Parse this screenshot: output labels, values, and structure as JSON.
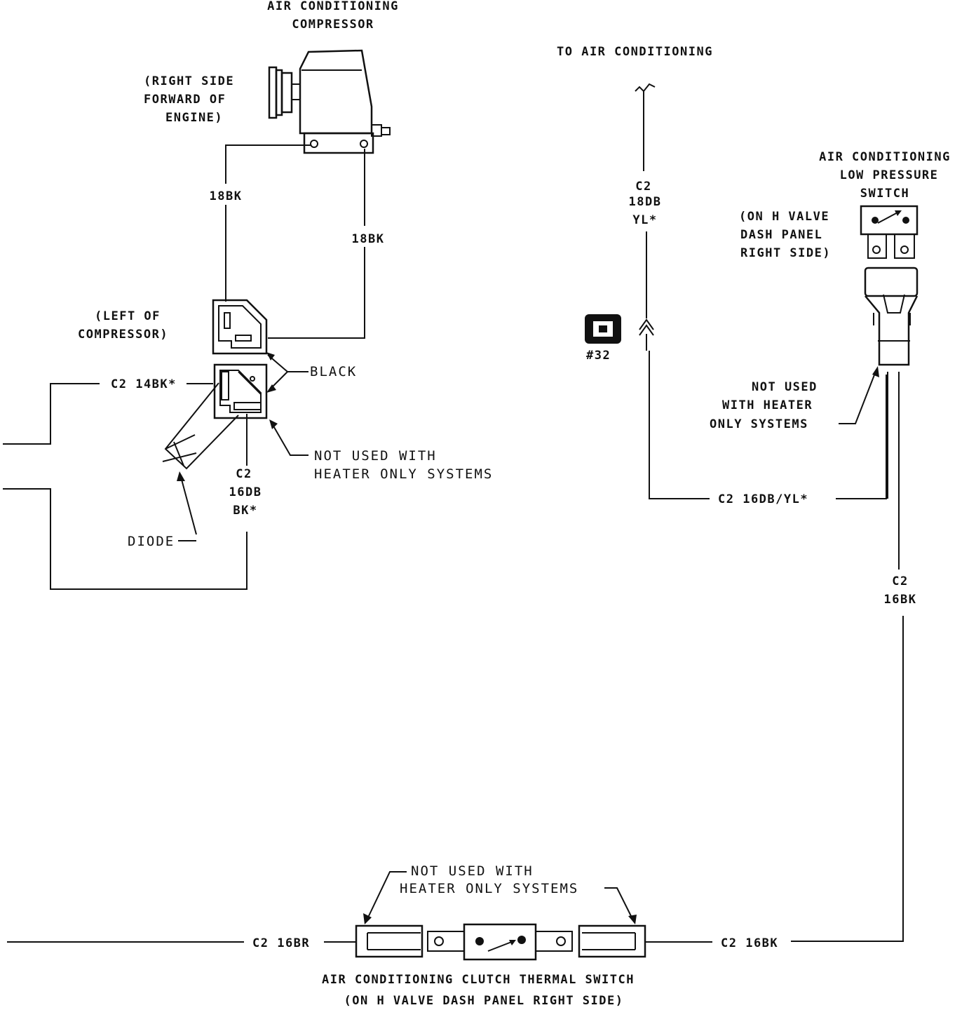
{
  "compressor": {
    "title_line1": "AIR CONDITIONING",
    "title_line2": "COMPRESSOR",
    "loc_line1": "(RIGHT SIDE",
    "loc_line2": "FORWARD OF",
    "loc_line3": "ENGINE)"
  },
  "wires": {
    "left_18bk": "18BK",
    "right_18bk": "18BK",
    "c2_14bk": "C2 14BK*",
    "c2_16db_line1": "C2",
    "c2_16db_line2": "16DB",
    "c2_16db_line3": "BK*",
    "ac_feed_line1": "C2",
    "ac_feed_line2": "18DB",
    "ac_feed_line3": "YL*",
    "c2_16db_yl": "C2   16DB/YL*",
    "c2_16bk_vertical_line1": "C2",
    "c2_16bk_vertical_line2": "16BK",
    "c2_16br": "C2  16BR",
    "c2_16bk_bottom": "C2  16BK"
  },
  "connector_left": {
    "loc_line1": "(LEFT OF",
    "loc_line2": "COMPRESSOR)",
    "black_label": "BLACK",
    "not_used_line1": "NOT USED WITH",
    "not_used_line2": "HEATER ONLY SYSTEMS",
    "diode_label": "DIODE"
  },
  "to_ac": "TO AIR CONDITIONING",
  "connector_id": "#32",
  "low_pressure_switch": {
    "title_line1": "AIR CONDITIONING",
    "title_line2": "LOW PRESSURE",
    "title_line3": "SWITCH",
    "loc_line1": "(ON H VALVE",
    "loc_line2": "DASH PANEL",
    "loc_line3": "RIGHT SIDE)",
    "not_used_line1": "NOT USED",
    "not_used_line2": "WITH HEATER",
    "not_used_line3": "ONLY SYSTEMS"
  },
  "thermal_switch": {
    "not_used_line1": "NOT USED WITH",
    "not_used_line2": "HEATER ONLY SYSTEMS",
    "title": "AIR CONDITIONING CLUTCH THERMAL SWITCH",
    "loc": "(ON H VALVE DASH PANEL RIGHT SIDE)"
  }
}
